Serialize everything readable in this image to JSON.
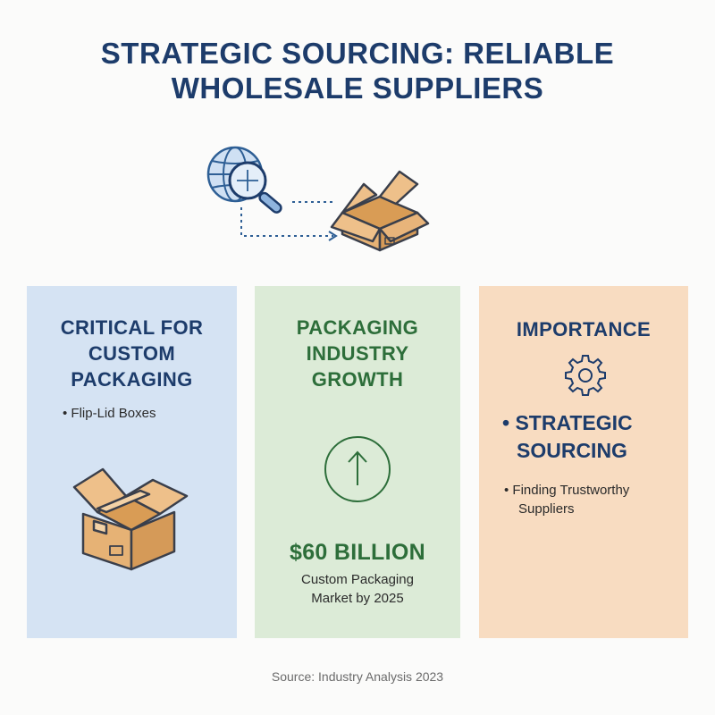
{
  "title": {
    "line1": "STRATEGIC SOURCING: RELIABLE",
    "line2": "WHOLESALE SUPPLIERS"
  },
  "hero": {
    "icons": [
      "globe-icon",
      "magnifier-icon",
      "open-box-icon"
    ]
  },
  "cards": [
    {
      "heading_lines": [
        "CRITICAL FOR",
        "CUSTOM",
        "PACKAGING"
      ],
      "bullets": [
        "Flip-Lid Boxes"
      ],
      "icon": "cardboard-box-icon",
      "background": "#d5e3f3"
    },
    {
      "heading_lines": [
        "PACKAGING",
        "INDUSTRY",
        "GROWTH"
      ],
      "icon": "up-arrow-circle-icon",
      "stat_value": "$60 BILLION",
      "stat_caption_lines": [
        "Custom Packaging",
        "Market by 2025"
      ],
      "background": "#dcebd7"
    },
    {
      "heading": "IMPORTANCE",
      "icon": "gear-icon",
      "main_bullet_lines": [
        "STRATEGIC",
        "SOURCING"
      ],
      "sub_bullet_lines": [
        "Finding Trustworthy",
        "Suppliers"
      ],
      "background": "#f8dcc1"
    }
  ],
  "source": "Source: Industry Analysis 2023",
  "colors": {
    "navy": "#1d3c6b",
    "green": "#2d6e3a",
    "box_fill": "#e6b275",
    "box_stroke": "#3a3f4b"
  }
}
